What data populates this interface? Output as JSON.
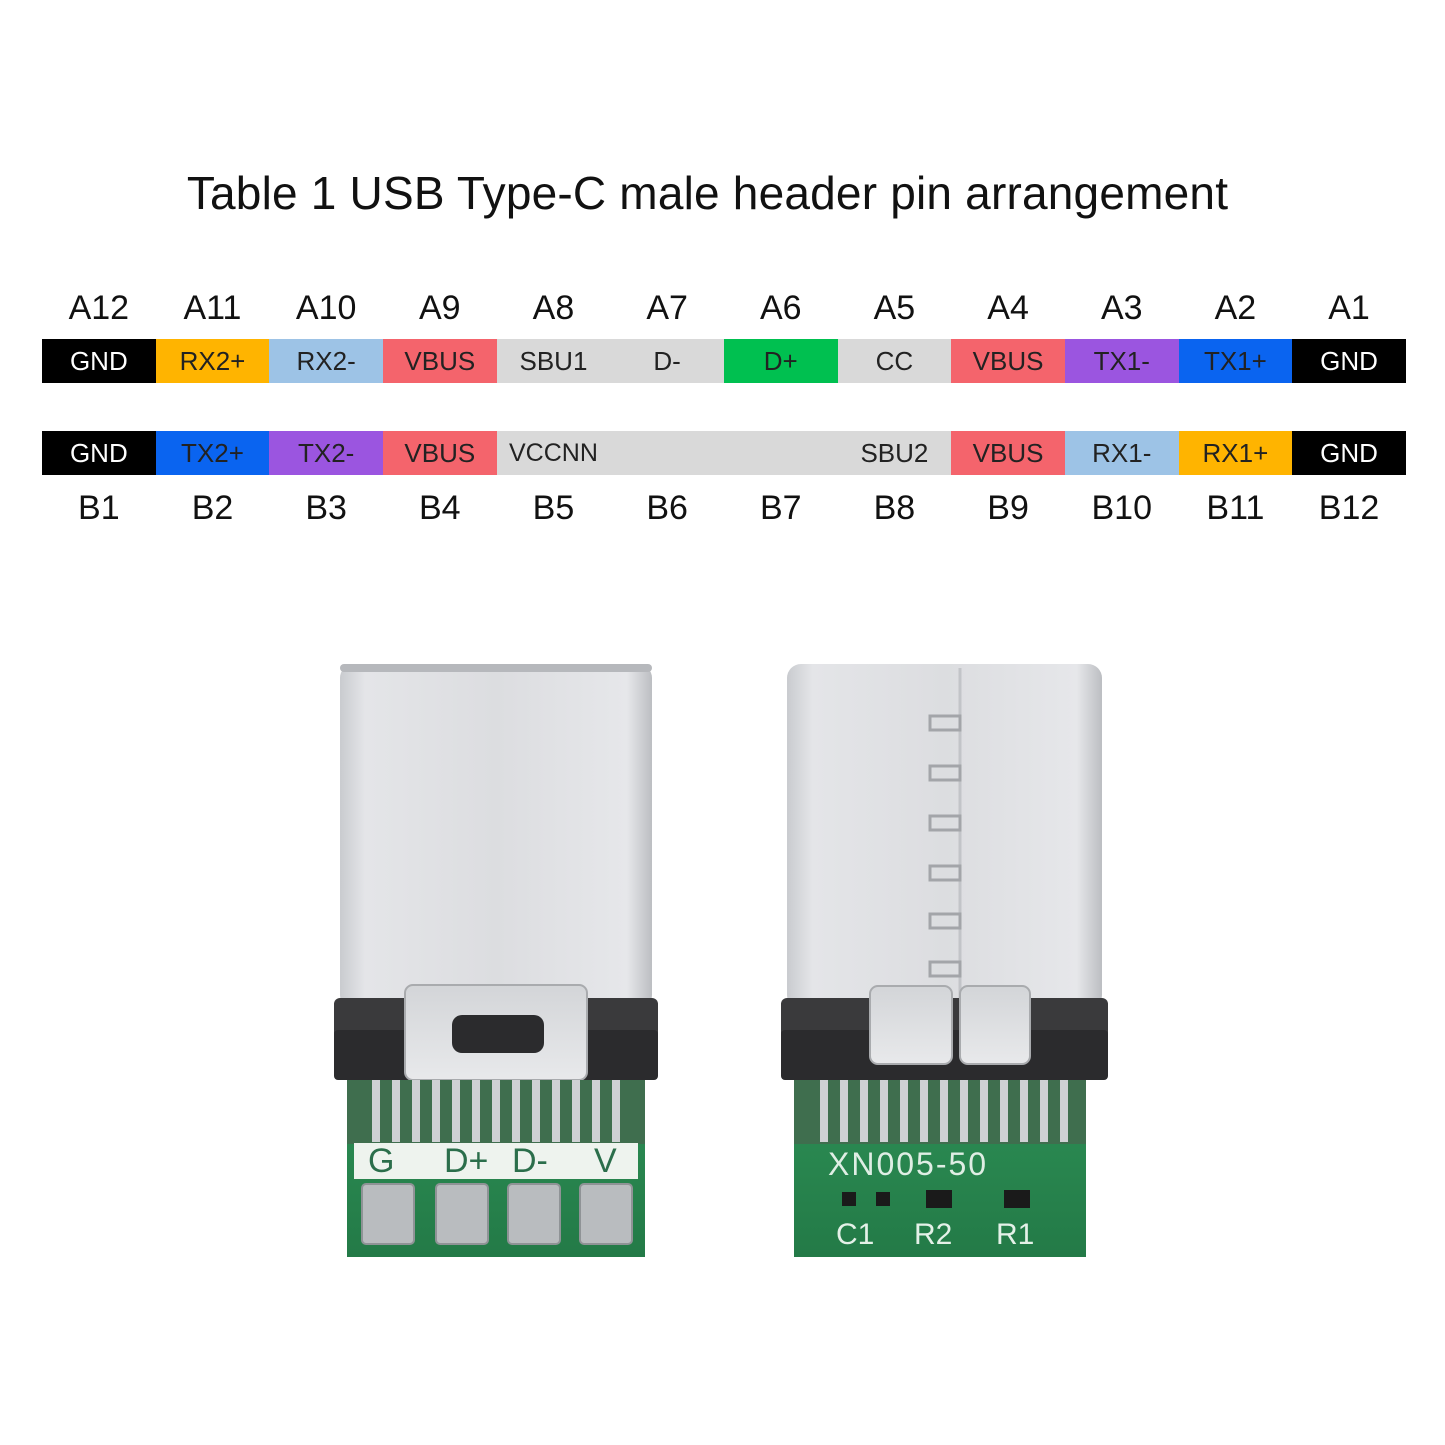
{
  "title": "Table 1 USB Type-C male header pin arrangement",
  "row_a": {
    "ids": [
      "A12",
      "A11",
      "A10",
      "A9",
      "A8",
      "A7",
      "A6",
      "A5",
      "A4",
      "A3",
      "A2",
      "A1"
    ],
    "pins": [
      {
        "label": "GND",
        "color": "#000000",
        "text": "#ffffff"
      },
      {
        "label": "RX2+",
        "color": "#ffb400",
        "text": "#222222"
      },
      {
        "label": "RX2-",
        "color": "#9dc3e6",
        "text": "#222222"
      },
      {
        "label": "VBUS",
        "color": "#f4646c",
        "text": "#222222"
      },
      {
        "label": "SBU1",
        "color": "#d9d9d9",
        "text": "#222222"
      },
      {
        "label": "D-",
        "color": "#d9d9d9",
        "text": "#222222"
      },
      {
        "label": "D+",
        "color": "#00c050",
        "text": "#222222"
      },
      {
        "label": "CC",
        "color": "#d9d9d9",
        "text": "#222222"
      },
      {
        "label": "VBUS",
        "color": "#f4646c",
        "text": "#222222"
      },
      {
        "label": "TX1-",
        "color": "#9b55e0",
        "text": "#222222"
      },
      {
        "label": "TX1+",
        "color": "#0a64f0",
        "text": "#222222"
      },
      {
        "label": "GND",
        "color": "#000000",
        "text": "#ffffff"
      }
    ]
  },
  "row_b": {
    "ids": [
      "B1",
      "B2",
      "B3",
      "B4",
      "B5",
      "B6",
      "B7",
      "B8",
      "B9",
      "B10",
      "B11",
      "B12"
    ],
    "pins": [
      {
        "label": "GND",
        "color": "#000000",
        "text": "#ffffff"
      },
      {
        "label": "TX2+",
        "color": "#0a64f0",
        "text": "#222222"
      },
      {
        "label": "TX2-",
        "color": "#9b55e0",
        "text": "#222222"
      },
      {
        "label": "VBUS",
        "color": "#f4646c",
        "text": "#222222"
      },
      {
        "label": "VCCNN",
        "color": "#d9d9d9",
        "text": "#222222"
      },
      {
        "label": "",
        "color": "#d9d9d9",
        "text": "#222222"
      },
      {
        "label": "",
        "color": "#d9d9d9",
        "text": "#222222"
      },
      {
        "label": "SBU2",
        "color": "#d9d9d9",
        "text": "#222222"
      },
      {
        "label": "VBUS",
        "color": "#f4646c",
        "text": "#222222"
      },
      {
        "label": "RX1-",
        "color": "#9dc3e6",
        "text": "#222222"
      },
      {
        "label": "RX1+",
        "color": "#ffb400",
        "text": "#222222"
      },
      {
        "label": "GND",
        "color": "#000000",
        "text": "#ffffff"
      }
    ]
  },
  "connector_left": {
    "pad_labels": [
      "G",
      "D+",
      "D-",
      "V"
    ]
  },
  "connector_right": {
    "board_label": "XN005-50",
    "component_labels": [
      "C1",
      "R2",
      "R1"
    ]
  }
}
